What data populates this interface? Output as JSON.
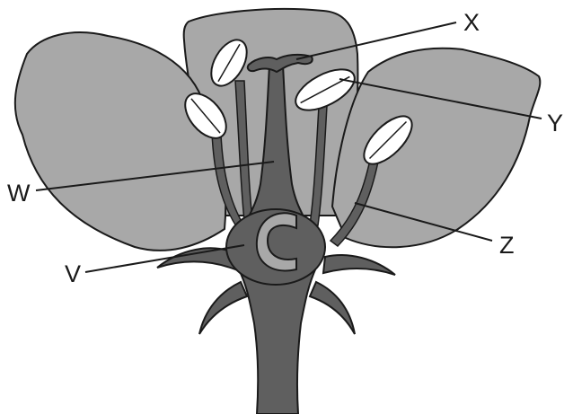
{
  "labels": {
    "v": "V",
    "w": "W",
    "x": "X",
    "y": "Y",
    "z": "Z"
  },
  "colors": {
    "petal": "#a8a8a8",
    "structure": "#5f5f5f",
    "anther": "#ffffff",
    "ovule": "#a8a8a8",
    "outline": "#1a1a1a"
  }
}
